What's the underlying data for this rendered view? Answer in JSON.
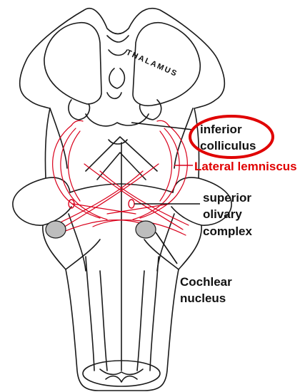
{
  "diagram": {
    "structure_label": "THALAMUS",
    "labels": {
      "inferior_colliculus_line1": "inferior",
      "inferior_colliculus_line2": "colliculus",
      "lateral_lemniscus": "Lateral lemniscus",
      "superior_olivary_line1": "superior",
      "superior_olivary_line2": "olivary",
      "superior_olivary_line3": "complex",
      "cochlear_line1": "Cochlear",
      "cochlear_line2": "nucleus"
    },
    "colors": {
      "outline": "#1a1a1a",
      "pathway": "#d9001b",
      "highlight_ellipse": "#e00000",
      "label_black": "#111111",
      "label_red": "#e00000",
      "nucleus_fill": "#bdbdbd"
    }
  }
}
